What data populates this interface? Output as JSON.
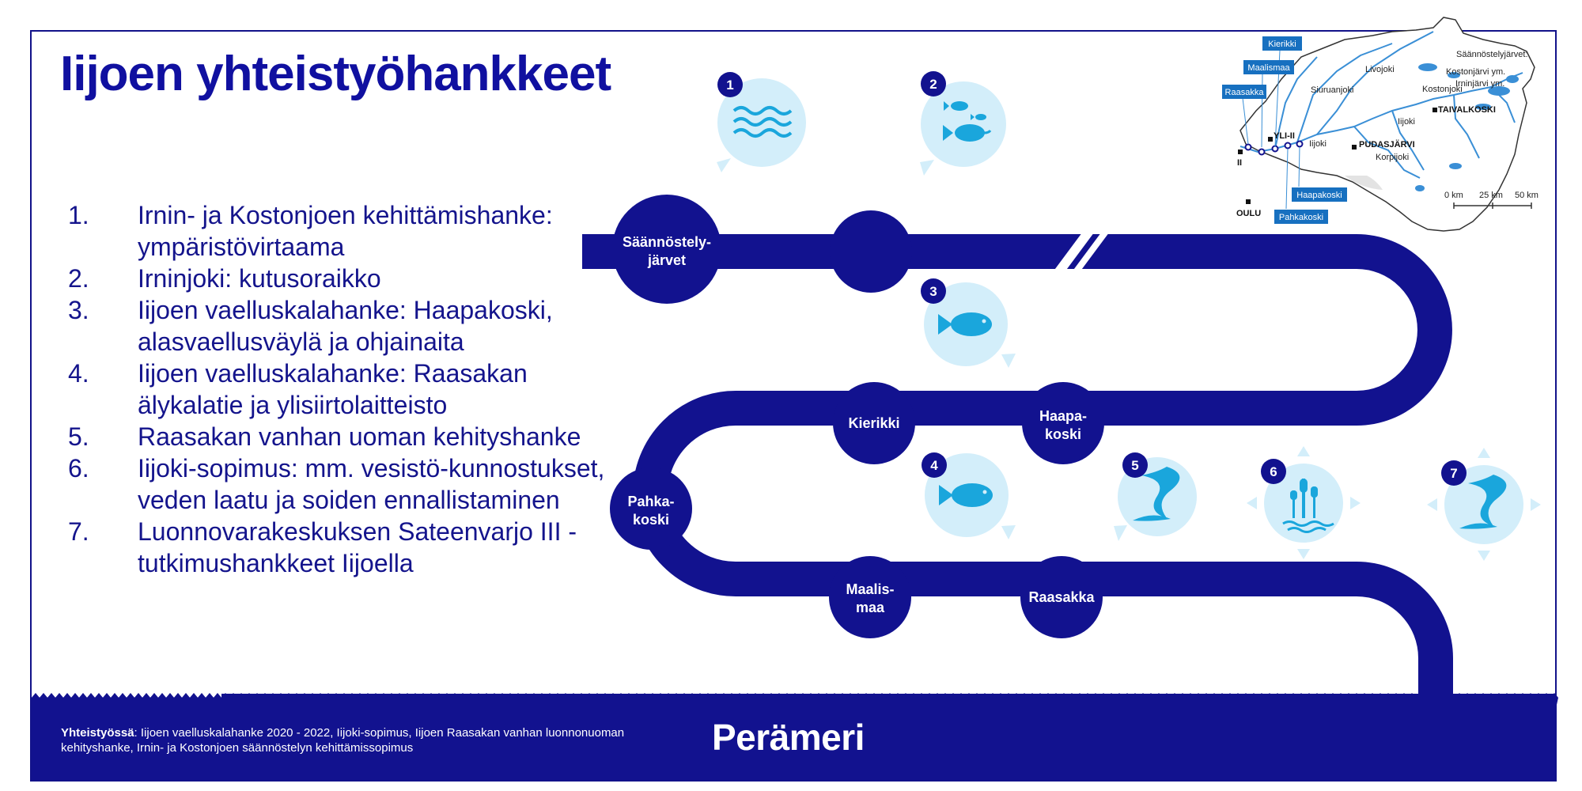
{
  "title": "Iijoen yhteistyöhankkeet",
  "projects": [
    {
      "num": "1.",
      "text": "Irnin- ja Kostonjoen kehittämishanke: ympäristövirtaama"
    },
    {
      "num": "2.",
      "text": "Irninjoki: kutusoraikko"
    },
    {
      "num": "3.",
      "text": "Iijoen vaelluskalahanke: Haapakoski, alasvaellusväylä ja ohjainaita"
    },
    {
      "num": "4.",
      "text": "Iijoen vaelluskalahanke: Raasakan älykalatie ja ylisiirtolaitteisto"
    },
    {
      "num": "5.",
      "text": "Raasakan vanhan uoman kehityshanke"
    },
    {
      "num": "6.",
      "text": "Iijoki-sopimus: mm. vesistö-kunnostukset, veden laatu ja soiden ennallistaminen"
    },
    {
      "num": "7.",
      "text": "Luonnovarakeskuksen Sateenvarjo III -tutkimushankkeet Iijoella"
    }
  ],
  "river_nodes": {
    "saannostely_1": "Säännöstely-",
    "saannostely_2": "järvet",
    "kierikki": "Kierikki",
    "haapakoski_1": "Haapa-",
    "haapakoski_2": "koski",
    "pahkakoski_1": "Pahka-",
    "pahkakoski_2": "koski",
    "maalismaa_1": "Maalis-",
    "maalismaa_2": "maa",
    "raasakka": "Raasakka"
  },
  "badges": [
    "1",
    "2",
    "3",
    "4",
    "5",
    "6",
    "7"
  ],
  "icons": {
    "b1": "water-waves-icon",
    "b2": "fish-school-icon",
    "b3": "fish-icon",
    "b4": "fish-icon",
    "b5": "river-flow-icon",
    "b6": "reed-plant-icon",
    "b7": "river-flow-icon"
  },
  "map": {
    "tags": {
      "kierikki": "Kierikki",
      "maalismaa": "Maalismaa",
      "raasakka": "Raasakka",
      "haapakoski": "Haapakoski",
      "pahkakoski": "Pahkakoski"
    },
    "rivers": {
      "livojoki": "Livojoki",
      "siuruanjoki": "Siuruanjoki",
      "iijoki_a": "Iijoki",
      "iijoki_b": "Iijoki",
      "korpijoki": "Korpijoki",
      "kostonjoki": "Kostonjoki",
      "kostonjarvi": "Kostonjärvi ym.",
      "irninjarvi": "Irninjärvi ym.",
      "saannostelyjarvet": "Säännöstelyjärvet:"
    },
    "towns": {
      "ii": "II",
      "yli_ii": "YLI-II",
      "pudasjarvi": "PUDASJÄRVI",
      "taivalkoski": "TAIVALKOSKI",
      "oulu": "OULU"
    },
    "scale": {
      "s0": "0 km",
      "s25": "25 km",
      "s50": "50 km"
    }
  },
  "footer": {
    "label": "Yhteistyössä",
    "text": ": Iijoen vaelluskalahanke 2020 - 2022, Iijoki-sopimus, Iijoen Raasakan vanhan luonnonuoman kehityshanke, Irnin- ja Kostonjoen säännöstelyn kehittämissopimus",
    "logo": "Perämeri"
  },
  "colors": {
    "navy": "#14148c",
    "river": "#12128f",
    "bubble": "#d3eefa",
    "icon": "#1aa6dc",
    "map_water": "#3a8fd6"
  }
}
